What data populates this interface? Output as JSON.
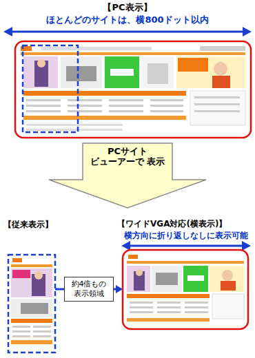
{
  "diagram": {
    "nodes": [
      {
        "text": [
          "【PC表示】"
        ]
      },
      {
        "text": [
          "PCサイト ビューアーで 表示"
        ]
      },
      {
        "text": [
          "【従来表示】"
        ]
      },
      {
        "text": [
          "【ワイドVGA対応(横表示)】"
        ]
      }
    ],
    "edges": [
      {
        "from": 2,
        "to": 3,
        "arrow": "to",
        "label": "約4倍もの 表示領域"
      }
    ],
    "labels": [
      "ほとんどのサイトは、横800ドット以内",
      "横方向に折り返しなしに表示可能"
    ]
  }
}
